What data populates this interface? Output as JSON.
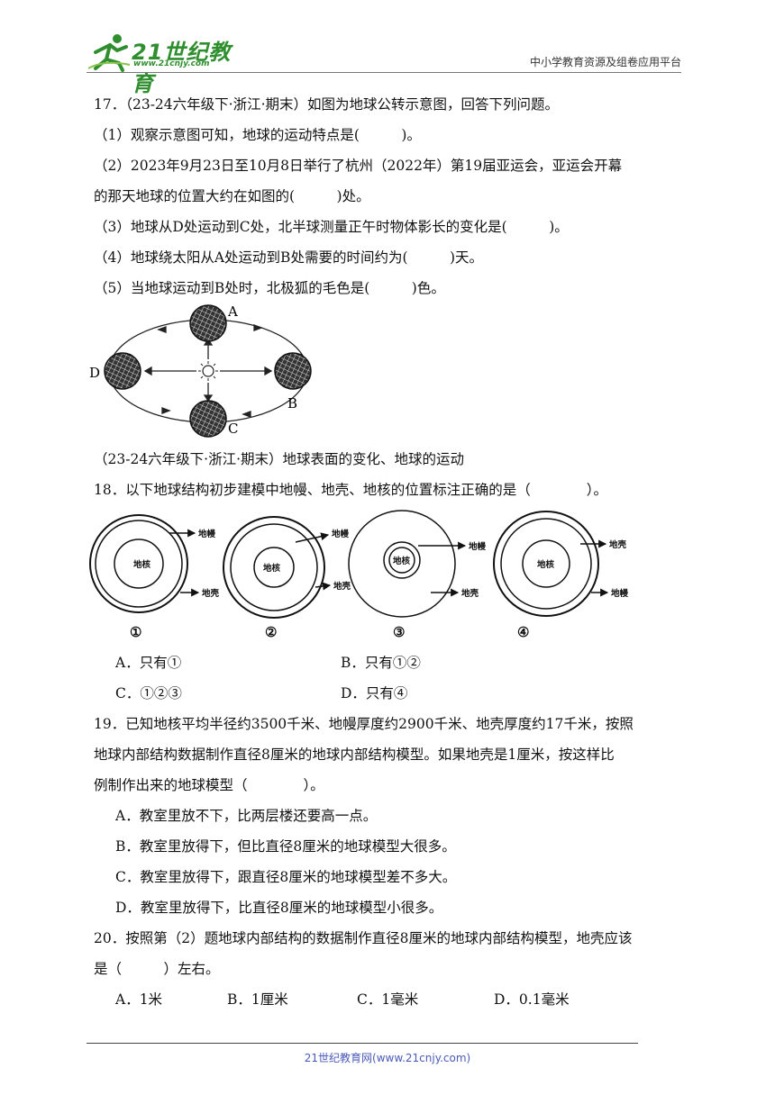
{
  "header": {
    "logo_text": "21世纪教育",
    "logo_url": "www.21cnjy.com",
    "right_text": "中小学教育资源及组卷应用平台"
  },
  "q17": {
    "stem": "17．（23-24六年级下·浙江·期末）如图为地球公转示意图，回答下列问题。",
    "s1": "（1）观察示意图可知，地球的运动特点是(　　　)。",
    "s2a": "（2）2023年9月23日至10月8日举行了杭州（2022年）第19届亚运会，亚运会开幕",
    "s2b": "的那天地球的位置大约在如图的(　　　)处。",
    "s3": "（3）地球从D处运动到C处，北半球测量正午时物体影长的变化是(　　　)。",
    "s4": "（4）地球绕太阳从A处运动到B处需要的时间约为(　　　)天。",
    "s5": "（5）当地球运动到B处时，北极狐的毛色是(　　　)色。",
    "labels": {
      "a": "A",
      "b": "B",
      "c": "C",
      "d": "D"
    }
  },
  "source18": "（23-24六年级下·浙江·期末）地球表面的变化、地球的运动",
  "q18": {
    "stem": "18．以下地球结构初步建模中地幔、地壳、地核的位置标注正确的是（　　　　）。",
    "diagrams": [
      {
        "num": "①",
        "center": "地核",
        "top": "地幔",
        "bottom": "地壳"
      },
      {
        "num": "②",
        "center": "地核",
        "top": "地幔",
        "bottom": "地壳"
      },
      {
        "num": "③",
        "center": "地核",
        "top": "地幔",
        "bottom": "地壳"
      },
      {
        "num": "④",
        "center": "地核",
        "top": "地壳",
        "bottom": "地幔"
      }
    ],
    "optA": "A．只有①",
    "optB": "B．只有①②",
    "optC": "C．①②③",
    "optD": "D．只有④"
  },
  "q19": {
    "l1": "19．已知地核平均半径约3500千米、地幔厚度约2900千米、地壳厚度约17千米，按照",
    "l2": "地球内部结构数据制作直径8厘米的地球内部结构模型。如果地壳是1厘米，按这样比",
    "l3": "例制作出来的地球模型（　　　　）。",
    "optA": "A．教室里放不下，比两层楼还要高一点。",
    "optB": "B．教室里放得下，但比直径8厘米的地球模型大很多。",
    "optC": "C．教室里放得下，跟直径8厘米的地球模型差不多大。",
    "optD": "D．教室里放得下，比直径8厘米的地球模型小很多。"
  },
  "q20": {
    "l1": "20．按照第（2）题地球内部结构的数据制作直径8厘米的地球内部结构模型，地壳应该",
    "l2": "是（　　　）左右。",
    "optA": "A．1米",
    "optB": "B．1厘米",
    "optC": "C．1毫米",
    "optD": "D．0.1毫米"
  },
  "footer": "21世纪教育网(www.21cnjy.com)"
}
